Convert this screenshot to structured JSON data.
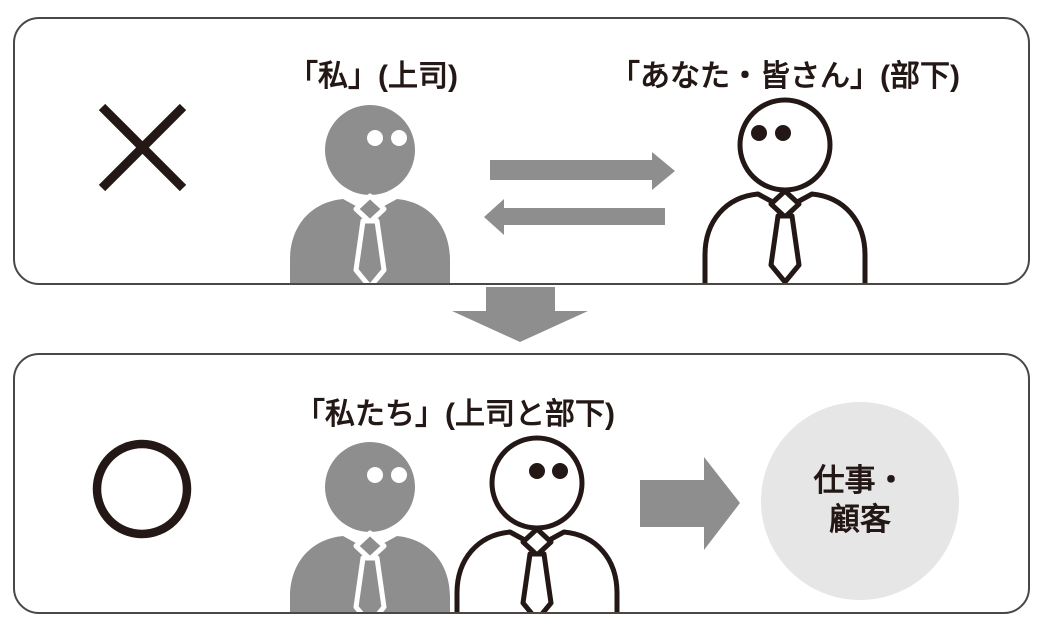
{
  "diagram": {
    "top_panel": {
      "boss_label": "「私」(上司)",
      "subordinate_label": "「あなた・皆さん」(部下)"
    },
    "bottom_panel": {
      "group_label": "「私たち」(上司と部下)",
      "target": {
        "line1": "仕事・",
        "line2": "顧客"
      }
    },
    "icons": {
      "top_mark": "cross-x-mark",
      "bottom_mark": "circle-o-mark",
      "top_arrows": "left-right-exchange-arrows",
      "transition_arrow": "down-arrow",
      "flow_arrow": "right-arrow",
      "gray_figure": "boss-person",
      "white_figure": "subordinate-person"
    },
    "colors": {
      "figure_gray": "#8e8e8e",
      "outline_dark": "#231815",
      "target_circle_fill": "#e6e6e7",
      "panel_border": "#4a4745"
    }
  }
}
